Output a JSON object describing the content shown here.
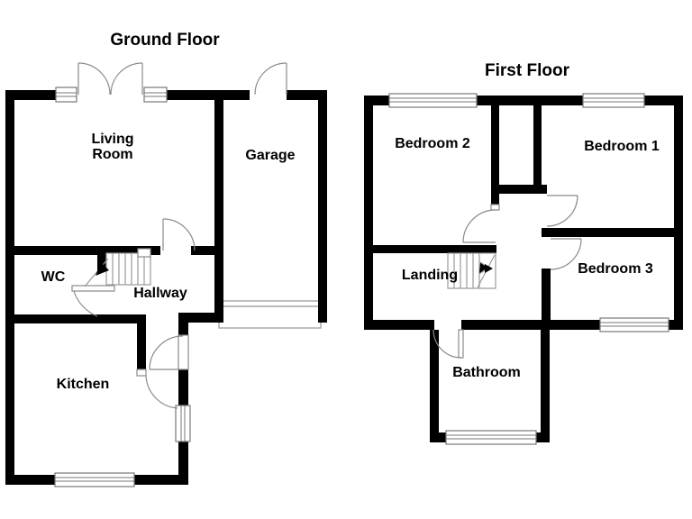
{
  "document_type": "floorplan",
  "ground_floor": {
    "title": "Ground Floor",
    "rooms": {
      "living_room_line1": "Living",
      "living_room_line2": "Room",
      "garage": "Garage",
      "wc": "WC",
      "hallway": "Hallway",
      "kitchen": "Kitchen"
    }
  },
  "first_floor": {
    "title": "First Floor",
    "rooms": {
      "bedroom2": "Bedroom 2",
      "bedroom1": "Bedroom 1",
      "landing": "Landing",
      "bedroom3": "Bedroom 3",
      "bathroom": "Bathroom"
    }
  },
  "colors": {
    "wall": "#000000",
    "thin_line": "#8a8a8a",
    "text": "#000000",
    "background": "#ffffff"
  }
}
